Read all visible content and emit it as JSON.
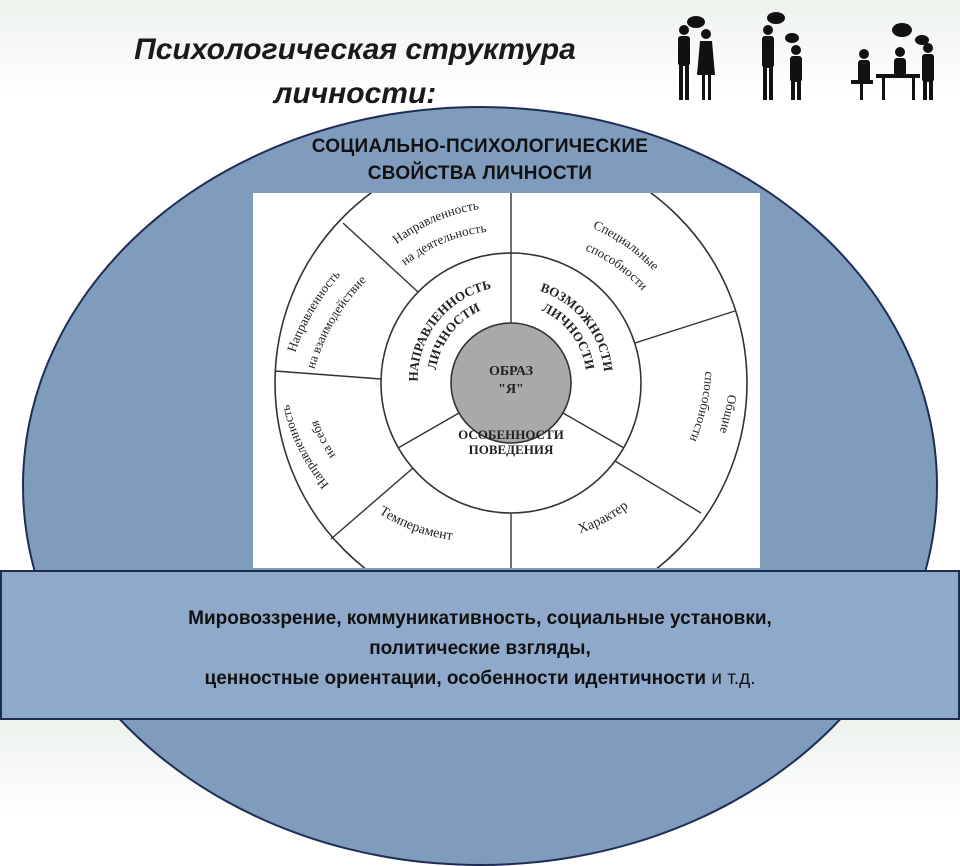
{
  "title": {
    "line1": "Психологическая структура",
    "line2": "личности:"
  },
  "decoration": {
    "icon": "business-people-silhouettes-icon"
  },
  "ellipse": {
    "heading_line1": "СОЦИАЛЬНО-ПСИХОЛОГИЧЕСКИЕ",
    "heading_line2": "СВОЙСТВА ЛИЧНОСТИ"
  },
  "diagram": {
    "center": {
      "line1": "ОБРАЗ",
      "line2": "\"Я\""
    },
    "inner_ring": {
      "napr_line1": "НАПРАВЛЕННОСТЬ",
      "napr_line2": "ЛИЧНОСТИ",
      "vozm_line1": "ВОЗМОЖНОСТИ",
      "vozm_line2": "ЛИЧНОСТИ",
      "osob_line1": "ОСОБЕННОСТИ",
      "osob_line2": "ПОВЕДЕНИЯ"
    },
    "outer_ring": {
      "deyat_line1": "Направленность",
      "deyat_line2": "на деятельность",
      "vzaim_line1": "Направленность",
      "vzaim_line2": "на взаимодействие",
      "sebya_line1": "Направленность",
      "sebya_line2": "на себя",
      "spec_line1": "Специальные",
      "spec_line2": "способности",
      "obsh_line1": "Общие",
      "obsh_line2": "способности",
      "temperament": "Темперамент",
      "harakter": "Характер"
    },
    "colors": {
      "center_fill": "#a9a9a9",
      "line": "#333333"
    }
  },
  "bottom": {
    "line1": "Мировоззрение, коммуникативность, социальные установки,",
    "line2": "политические взгляды,",
    "line3_bold": "ценностные ориентации, особенности идентичности",
    "line3_plain": " и т.д."
  },
  "colors": {
    "ellipse_fill": "#7f9cbc",
    "bottom_fill": "#8ea9c9",
    "border": "#1d2d55"
  }
}
